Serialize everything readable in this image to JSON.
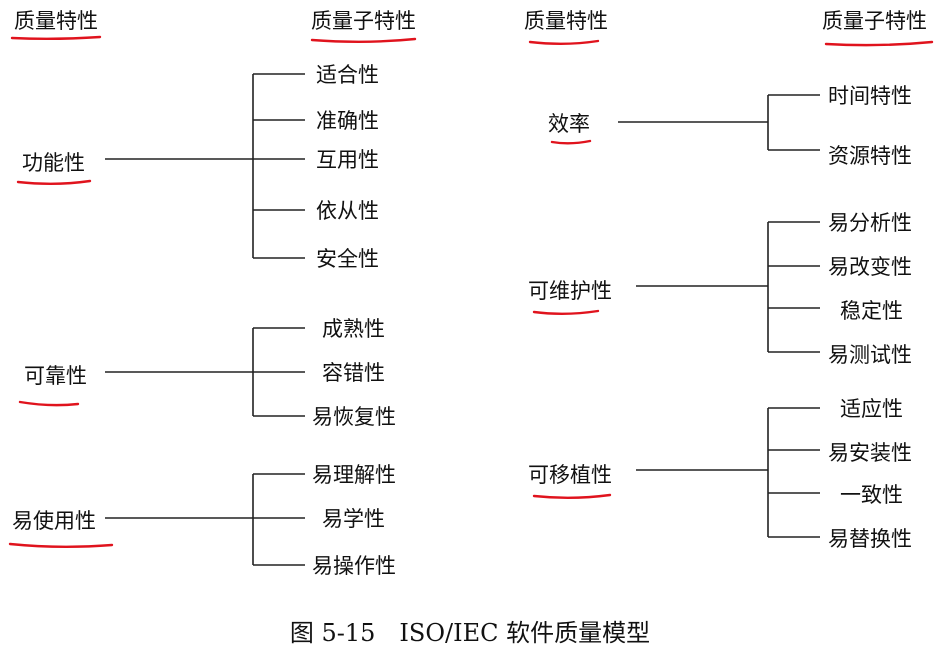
{
  "headers": {
    "left_characteristic": "质量特性",
    "left_subcharacteristic": "质量子特性",
    "right_characteristic": "质量特性",
    "right_subcharacteristic": "质量子特性"
  },
  "groups": [
    {
      "name": "功能性",
      "subs": [
        "适合性",
        "准确性",
        "互用性",
        "依从性",
        "安全性"
      ]
    },
    {
      "name": "可靠性",
      "subs": [
        "成熟性",
        "容错性",
        "易恢复性"
      ]
    },
    {
      "name": "易使用性",
      "subs": [
        "易理解性",
        "易学性",
        "易操作性"
      ]
    },
    {
      "name": "效率",
      "subs": [
        "时间特性",
        "资源特性"
      ]
    },
    {
      "name": "可维护性",
      "subs": [
        "易分析性",
        "易改变性",
        "稳定性",
        "易测试性"
      ]
    },
    {
      "name": "可移植性",
      "subs": [
        "适应性",
        "易安装性",
        "一致性",
        "易替换性"
      ]
    }
  ],
  "caption": "图 5-15　ISO/IEC 软件质量模型",
  "colors": {
    "annotation_underline": "#e0131d",
    "text": "#111111",
    "lines": "#222222"
  }
}
